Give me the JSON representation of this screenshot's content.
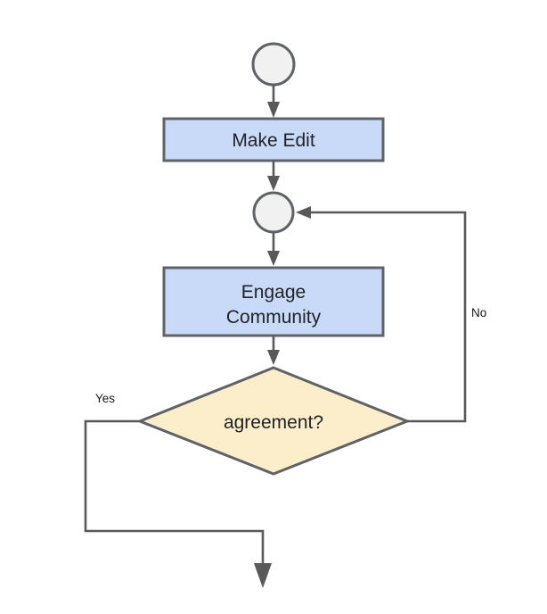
{
  "diagram": {
    "type": "flowchart",
    "nodes": {
      "start": {
        "shape": "circle",
        "label": ""
      },
      "make_edit": {
        "shape": "rectangle",
        "label": "Make Edit"
      },
      "merge": {
        "shape": "circle",
        "label": ""
      },
      "engage": {
        "shape": "rectangle",
        "label": "Engage Community",
        "line1": "Engage",
        "line2": "Community"
      },
      "decision": {
        "shape": "diamond",
        "label": "agreement?"
      }
    },
    "edges": {
      "start_to_make_edit": {
        "label": ""
      },
      "make_edit_to_merge": {
        "label": ""
      },
      "merge_to_engage": {
        "label": ""
      },
      "engage_to_decision": {
        "label": ""
      },
      "decision_no_loop": {
        "label": "No"
      },
      "decision_yes_exit": {
        "label": "Yes"
      }
    }
  },
  "colors": {
    "background": "#ffffff",
    "connector_stroke": "#595959",
    "shape_stroke": "#5f6368",
    "box_fill": "#c9daf8",
    "circle_fill": "#f1f1f1",
    "diamond_fill": "#fdeecb",
    "text": "#212327"
  }
}
